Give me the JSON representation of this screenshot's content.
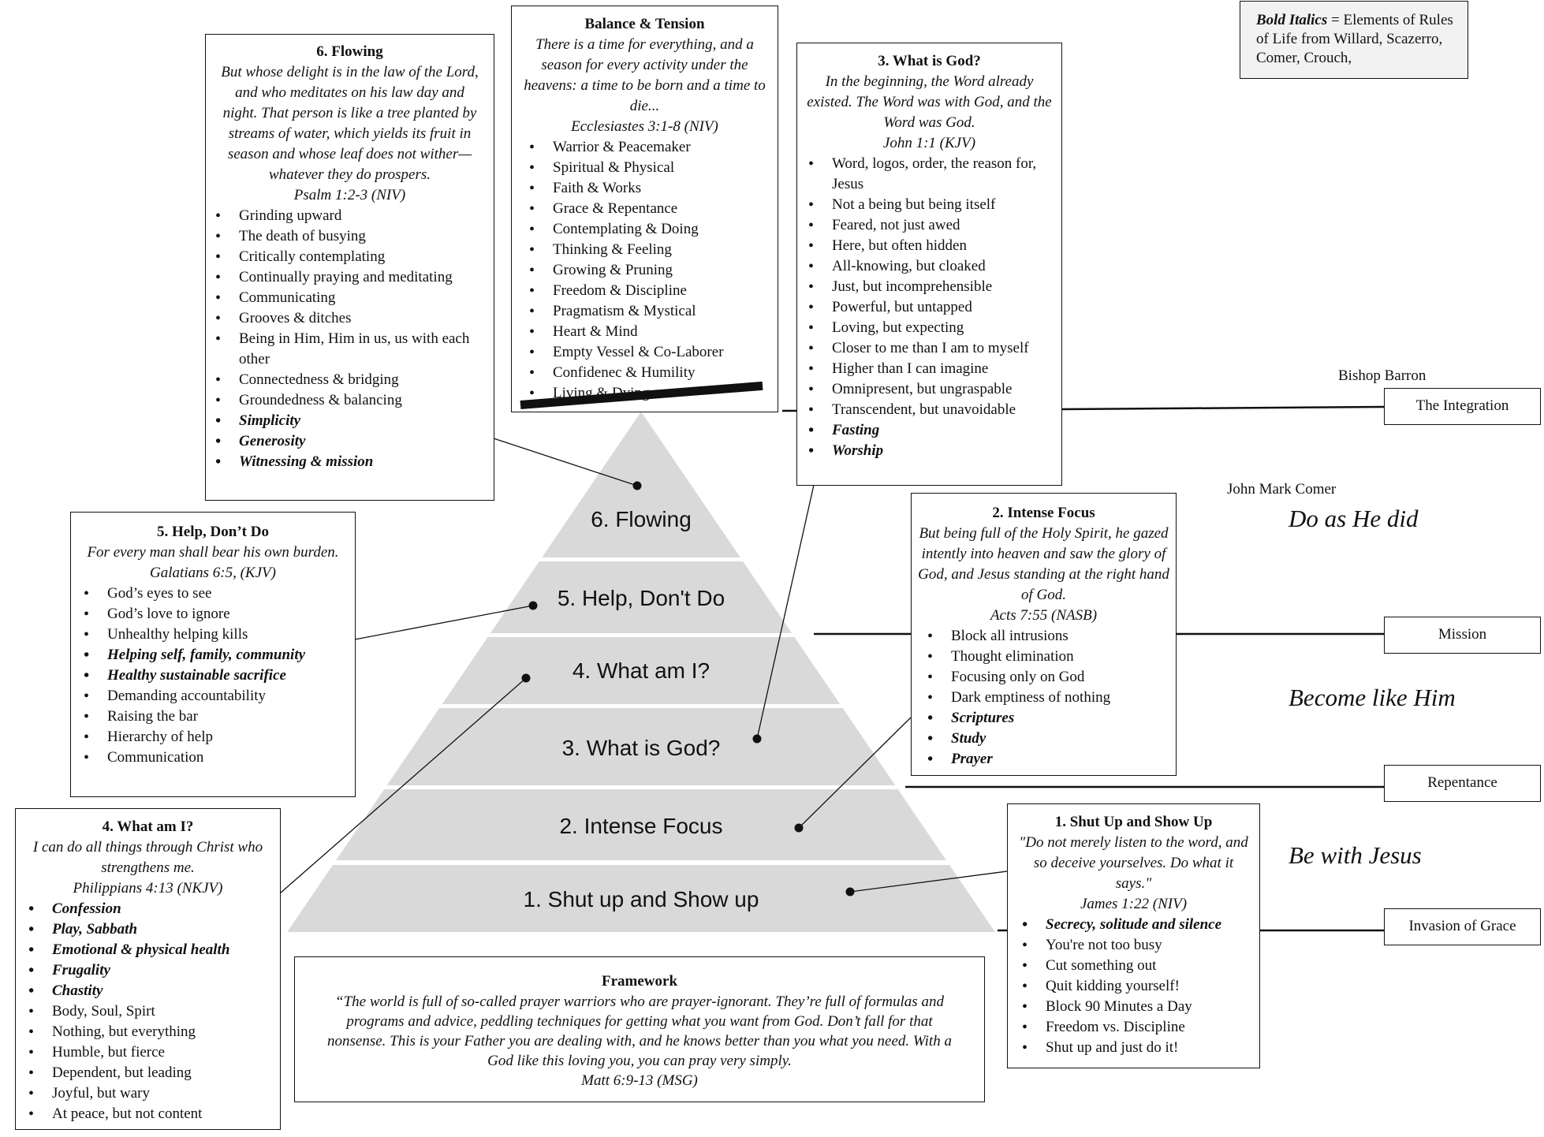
{
  "legend": {
    "bold_part": "Bold Italics",
    "rest": " = Elements of Rules of Life from Willard, Scazerro, Comer, Crouch,"
  },
  "pyramid": {
    "tiers": [
      {
        "label": "6. Flowing"
      },
      {
        "label": "5. Help, Don't Do"
      },
      {
        "label": "4. What am I?"
      },
      {
        "label": "3. What is God?"
      },
      {
        "label": "2. Intense Focus"
      },
      {
        "label": "1. Shut up and Show up"
      }
    ],
    "fill_color": "#d9d9d9"
  },
  "boxes": {
    "flowing": {
      "title": "6. Flowing",
      "quote": "But whose delight is in the law of the Lord, and who meditates on his law day and night. That person is like a tree planted by streams of water, which yields its fruit in season and whose leaf does not wither— whatever they do prospers.",
      "ref": "Psalm 1:2-3 (NIV)",
      "items": [
        {
          "text": "Grinding upward",
          "bi": false
        },
        {
          "text": "The death of busying",
          "bi": false
        },
        {
          "text": "Critically contemplating",
          "bi": false
        },
        {
          "text": "Continually praying and meditating",
          "bi": false
        },
        {
          "text": "Communicating",
          "bi": false
        },
        {
          "text": "Grooves & ditches",
          "bi": false
        },
        {
          "text": "Being in Him, Him in us, us with each other",
          "bi": false
        },
        {
          "text": "Connectedness & bridging",
          "bi": false
        },
        {
          "text": "Groundedness & balancing",
          "bi": false
        },
        {
          "text": "Simplicity",
          "bi": true
        },
        {
          "text": "Generosity",
          "bi": true
        },
        {
          "text": "Witnessing & mission",
          "bi": true
        }
      ]
    },
    "balance": {
      "title": "Balance & Tension",
      "quote": "There is a time for everything, and a season for every activity under the heavens:  a time to be born and a time to die...",
      "ref": "Ecclesiastes  3:1-8 (NIV)",
      "items": [
        {
          "text": "Warrior & Peacemaker",
          "bi": false
        },
        {
          "text": "Spiritual & Physical",
          "bi": false
        },
        {
          "text": "Faith & Works",
          "bi": false
        },
        {
          "text": "Grace & Repentance",
          "bi": false
        },
        {
          "text": "Contemplating & Doing",
          "bi": false
        },
        {
          "text": "Thinking & Feeling",
          "bi": false
        },
        {
          "text": "Growing & Pruning",
          "bi": false
        },
        {
          "text": "Freedom & Discipline",
          "bi": false
        },
        {
          "text": "Pragmatism  & Mystical",
          "bi": false
        },
        {
          "text": "Heart & Mind",
          "bi": false
        },
        {
          "text": "Empty Vessel & Co-Laborer",
          "bi": false
        },
        {
          "text": "Confidenec & Humility",
          "bi": false
        },
        {
          "text": "Living & Dying",
          "bi": false
        }
      ]
    },
    "what_is_god": {
      "title": "3. What is God?",
      "quote": "In the beginning, the Word already existed.  The Word was with God, and the Word was God.",
      "ref": "John 1:1 (KJV)",
      "items": [
        {
          "text": "Word, logos, order, the reason for, Jesus",
          "bi": false
        },
        {
          "text": "Not a being but being itself",
          "bi": false
        },
        {
          "text": "Feared, not just awed",
          "bi": false
        },
        {
          "text": "Here, but often hidden",
          "bi": false
        },
        {
          "text": "All-knowing, but cloaked",
          "bi": false
        },
        {
          "text": "Just, but incomprehensible",
          "bi": false
        },
        {
          "text": "Powerful, but untapped",
          "bi": false
        },
        {
          "text": "Loving, but expecting",
          "bi": false
        },
        {
          "text": "Closer to me than I am to myself",
          "bi": false
        },
        {
          "text": "Higher than I can imagine",
          "bi": false
        },
        {
          "text": "Omnipresent, but ungraspable",
          "bi": false
        },
        {
          "text": "Transcendent, but unavoidable",
          "bi": false
        },
        {
          "text": "Fasting",
          "bi": true
        },
        {
          "text": "Worship",
          "bi": true
        }
      ]
    },
    "help": {
      "title": "5. Help, Don’t Do",
      "quote": "For every man shall bear his own burden.",
      "ref": "Galatians 6:5, (KJV)",
      "items": [
        {
          "text": "God’s eyes to see",
          "bi": false
        },
        {
          "text": "God’s love to ignore",
          "bi": false
        },
        {
          "text": "Unhealthy helping kills",
          "bi": false
        },
        {
          "text": "Helping self, family, community",
          "bi": true
        },
        {
          "text": "Healthy sustainable sacrifice",
          "bi": true
        },
        {
          "text": "Demanding accountability",
          "bi": false
        },
        {
          "text": "Raising the bar",
          "bi": false
        },
        {
          "text": "Hierarchy of help",
          "bi": false
        },
        {
          "text": "Communication",
          "bi": false
        }
      ]
    },
    "what_am_i": {
      "title": "4. What am I?",
      "quote": "I can do all things through Christ who strengthens me.",
      "ref": "Philippians 4:13 (NKJV)",
      "items": [
        {
          "text": "Confession",
          "bi": true
        },
        {
          "text": "Play, Sabbath",
          "bi": true
        },
        {
          "text": "Emotional & physical health",
          "bi": true
        },
        {
          "text": "Frugality",
          "bi": true
        },
        {
          "text": "Chastity",
          "bi": true
        },
        {
          "text": "Body, Soul, Spirt",
          "bi": false
        },
        {
          "text": "Nothing, but everything",
          "bi": false
        },
        {
          "text": "Humble, but fierce",
          "bi": false
        },
        {
          "text": "Dependent, but leading",
          "bi": false
        },
        {
          "text": "Joyful, but wary",
          "bi": false
        },
        {
          "text": "At peace, but not content",
          "bi": false
        }
      ]
    },
    "intense_focus": {
      "title": "2. Intense Focus",
      "quote": "But being full of the Holy Spirit, he gazed intently into heaven and saw the glory of God, and Jesus standing at the right hand of God.",
      "ref": "Acts 7:55 (NASB)",
      "items": [
        {
          "text": "Block all intrusions",
          "bi": false
        },
        {
          "text": "Thought elimination",
          "bi": false
        },
        {
          "text": "Focusing only on God",
          "bi": false
        },
        {
          "text": "Dark emptiness of nothing",
          "bi": false
        },
        {
          "text": "Scriptures",
          "bi": true
        },
        {
          "text": "Study",
          "bi": true
        },
        {
          "text": "Prayer",
          "bi": true
        }
      ]
    },
    "shut_up": {
      "title": "1. Shut Up and Show Up",
      "quote": "\"Do not merely listen to the word, and so deceive yourselves. Do what it says.\"",
      "ref": "James 1:22 (NIV)",
      "items": [
        {
          "text": "Secrecy, solitude and silence",
          "bi": true
        },
        {
          "text": "You're not too busy",
          "bi": false
        },
        {
          "text": "Cut something out",
          "bi": false
        },
        {
          "text": "Quit kidding yourself!",
          "bi": false
        },
        {
          "text": "Block 90 Minutes a Day",
          "bi": false
        },
        {
          "text": "Freedom vs. Discipline",
          "bi": false
        },
        {
          "text": "Shut up and just do it!",
          "bi": false
        }
      ]
    },
    "framework": {
      "title": "Framework",
      "quote": "“The world is full of so-called prayer warriors who are prayer-ignorant. They’re full of formulas and programs and advice, peddling techniques for getting what you want from God. Don’t fall for that nonsense. This is your Father you are dealing with, and he knows better than you what you need. With a God like this loving you, you can pray very simply.",
      "ref": "Matt 6:9-13 (MSG)"
    }
  },
  "right_side": {
    "bishop_barron": "Bishop Barron",
    "john_mark_comer": "John Mark Comer",
    "do_as_he_did": "Do as He did",
    "become_like_him": "Become like Him",
    "be_with_jesus": "Be with Jesus",
    "stages": [
      {
        "label": "The Integration"
      },
      {
        "label": "Mission"
      },
      {
        "label": "Repentance"
      },
      {
        "label": "Invasion of Grace"
      }
    ]
  }
}
